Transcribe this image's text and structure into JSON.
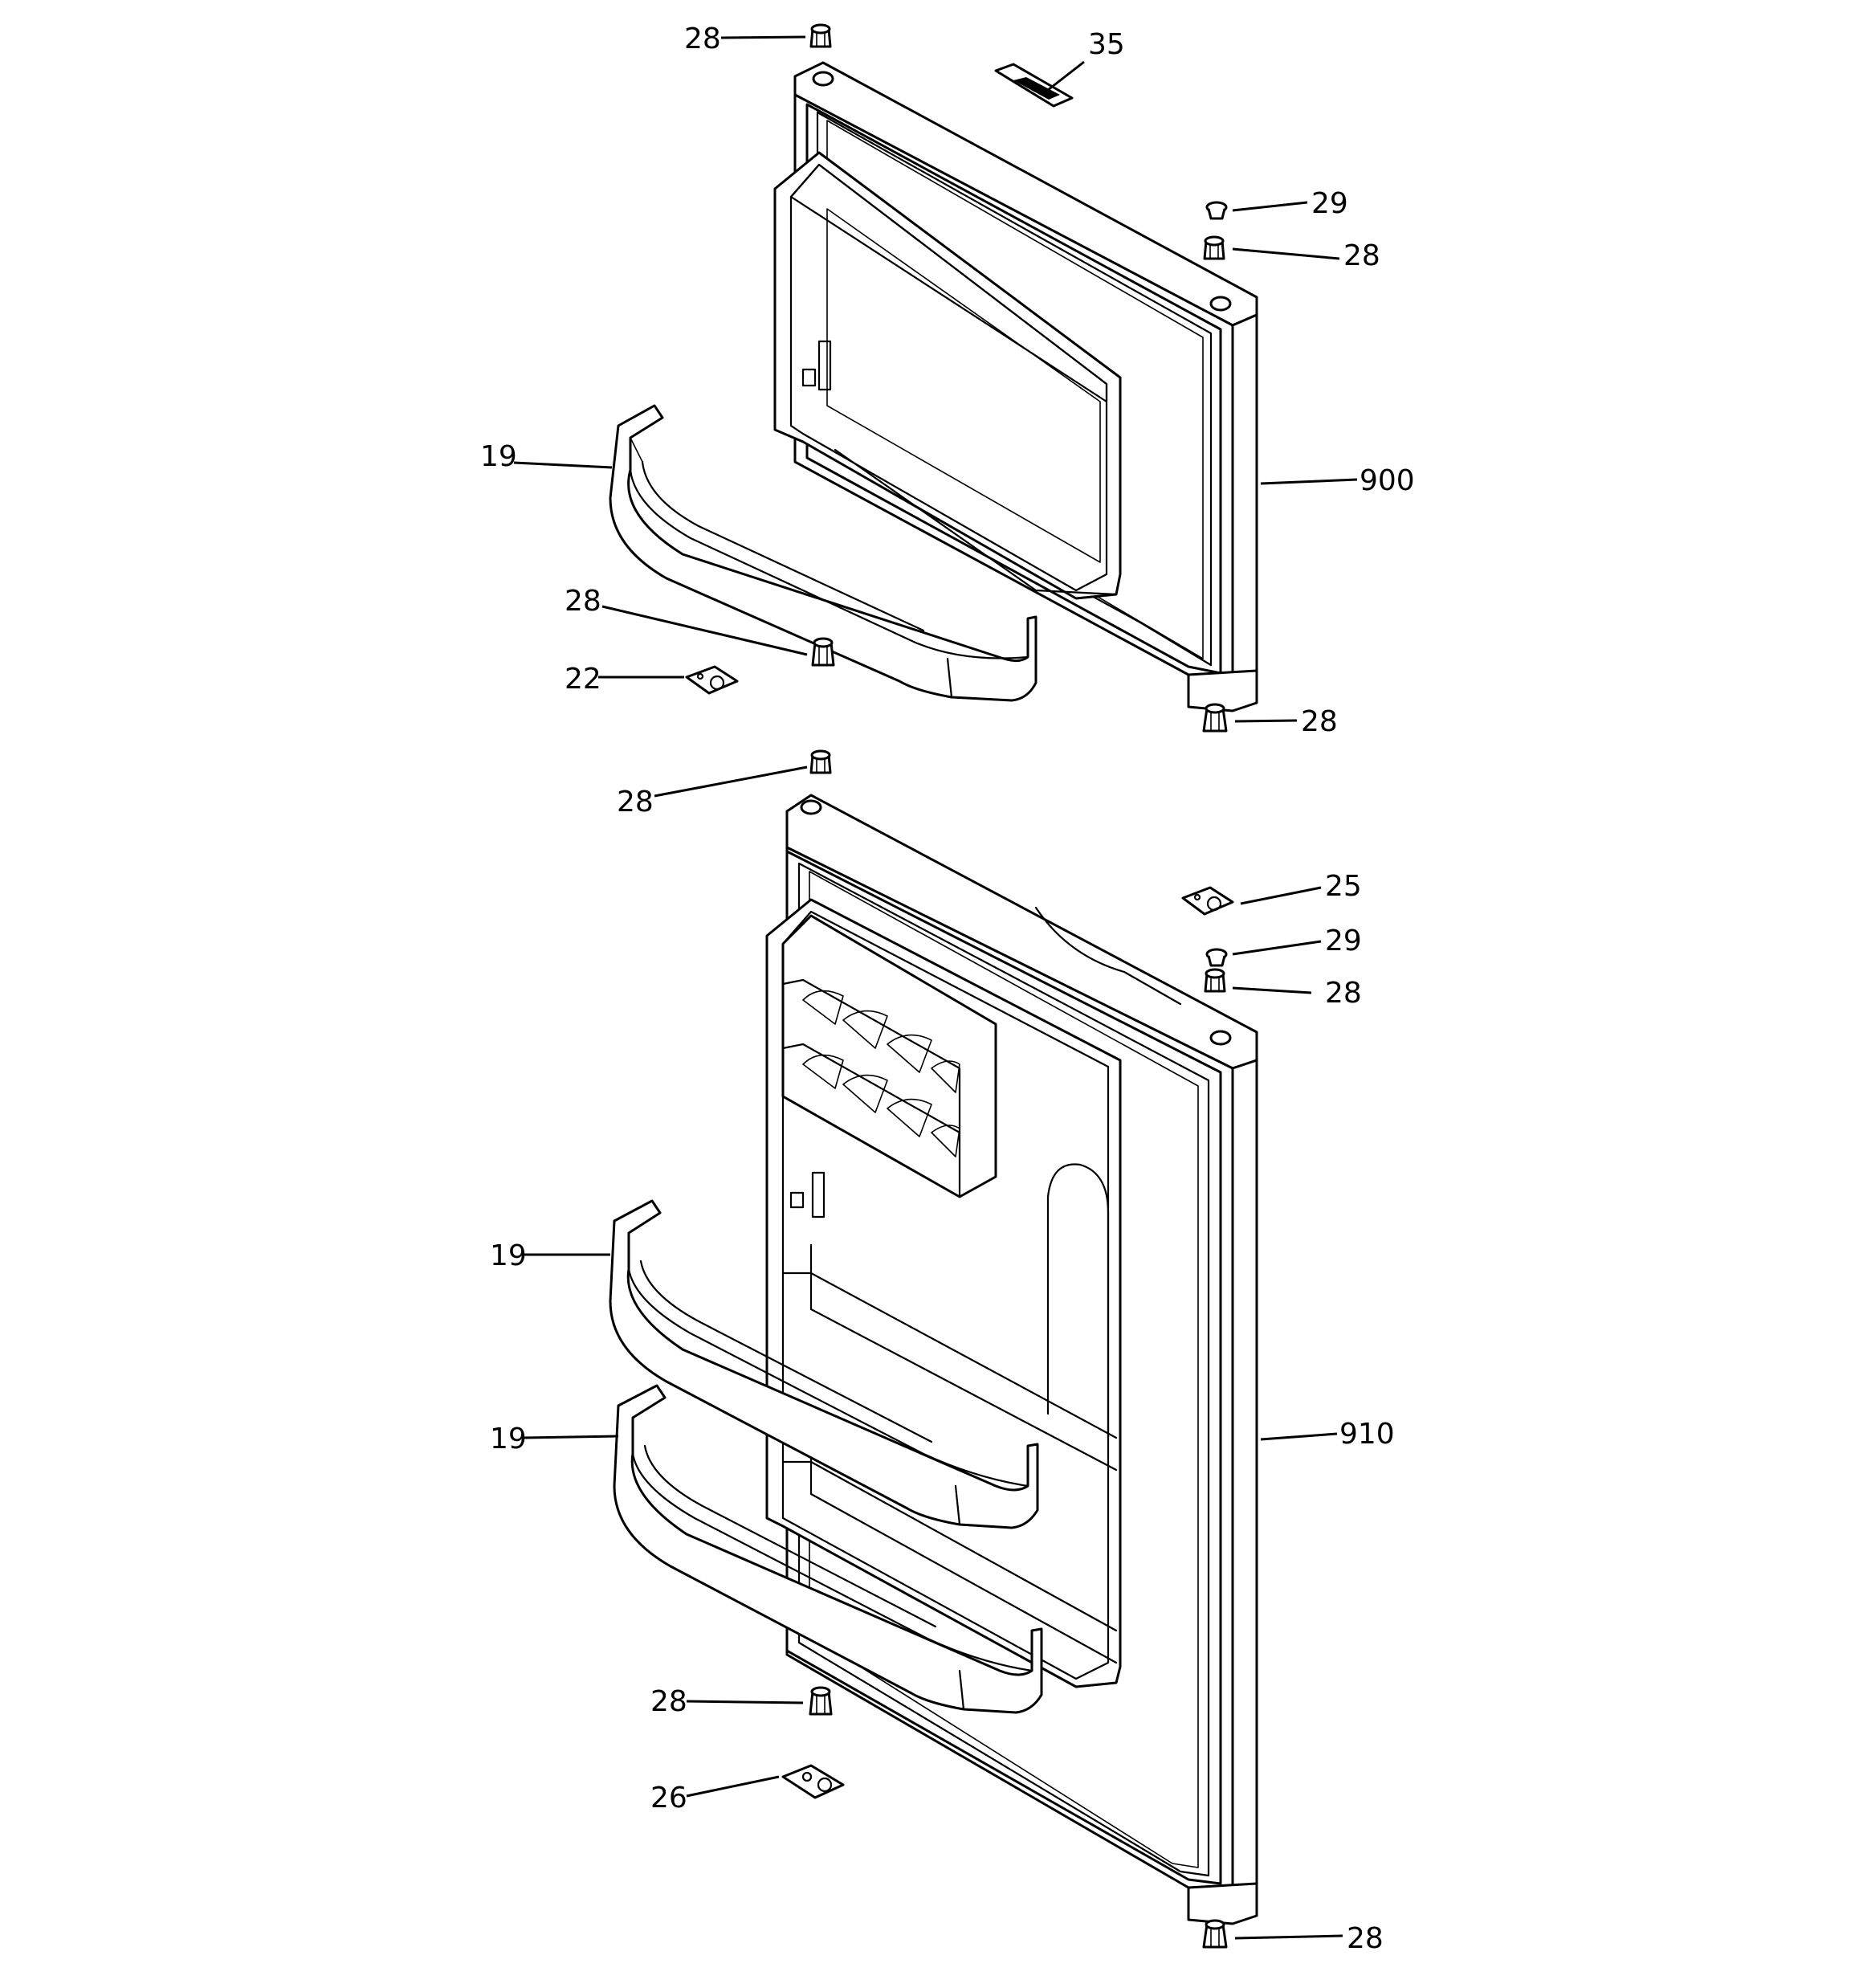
{
  "diagram": {
    "callouts": [
      {
        "id": "c1",
        "label": "28"
      },
      {
        "id": "c2",
        "label": "35"
      },
      {
        "id": "c3",
        "label": "29"
      },
      {
        "id": "c4",
        "label": "28"
      },
      {
        "id": "c5",
        "label": "19"
      },
      {
        "id": "c6",
        "label": "900"
      },
      {
        "id": "c7",
        "label": "28"
      },
      {
        "id": "c8",
        "label": "22"
      },
      {
        "id": "c9",
        "label": "28"
      },
      {
        "id": "c10",
        "label": "28"
      },
      {
        "id": "c11",
        "label": "25"
      },
      {
        "id": "c12",
        "label": "29"
      },
      {
        "id": "c13",
        "label": "28"
      },
      {
        "id": "c14",
        "label": "19"
      },
      {
        "id": "c15",
        "label": "19"
      },
      {
        "id": "c16",
        "label": "910"
      },
      {
        "id": "c17",
        "label": "28"
      },
      {
        "id": "c18",
        "label": "26"
      },
      {
        "id": "c19",
        "label": "28"
      }
    ]
  }
}
